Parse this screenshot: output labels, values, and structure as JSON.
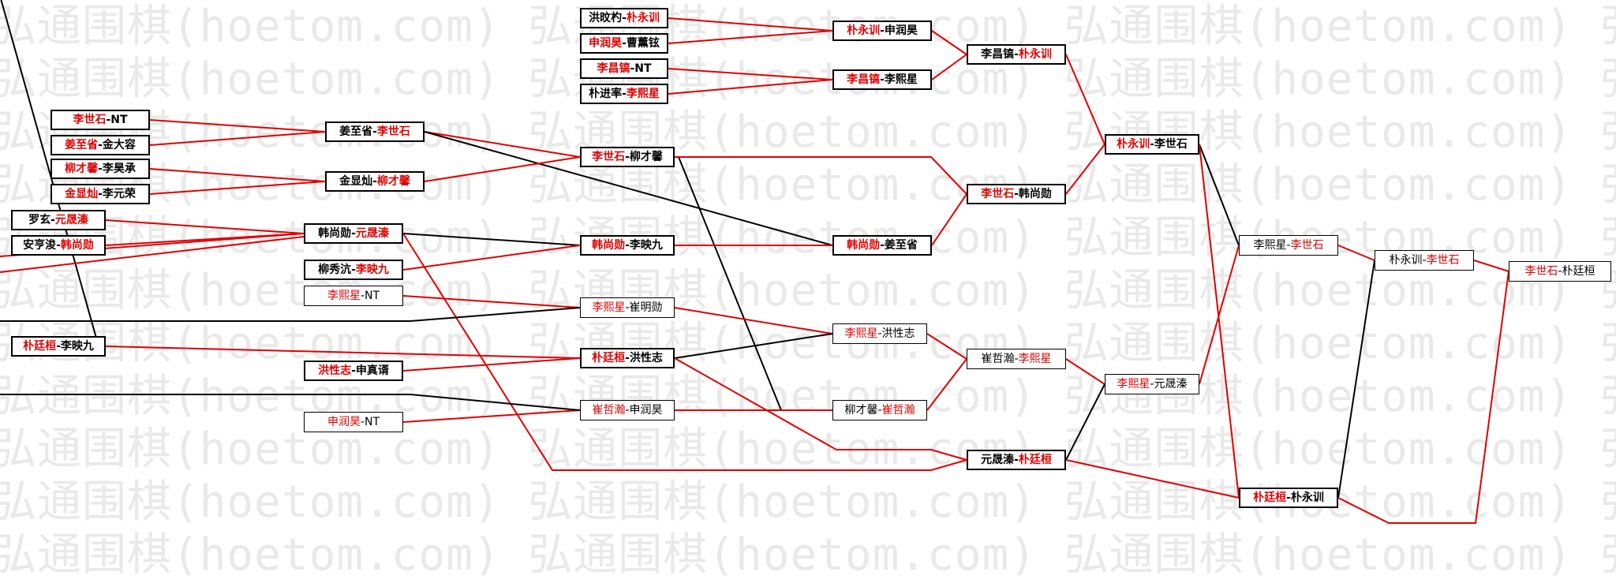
{
  "watermark": "弘通围棋(hoetom.com) 弘通围棋(hoetom.com) 弘通围棋(hoetom.com) 弘通围棋(hoetom.com) 弘通围棋(hoetom.com)",
  "colors": {
    "win_line": "#e00000",
    "loss_line": "#000000",
    "winner_text": "#e00000"
  },
  "matches": [
    {
      "id": "m1",
      "a": "洪旼杓",
      "b": "朴永训",
      "w": 1,
      "bold": true
    },
    {
      "id": "m2",
      "a": "申润昊",
      "b": "曹薰铉",
      "w": 0,
      "bold": true
    },
    {
      "id": "m3",
      "a": "李昌镐",
      "b": "NT",
      "w": 0,
      "bold": true
    },
    {
      "id": "m4",
      "a": "朴进率",
      "b": "李熙星",
      "w": 1,
      "bold": true
    },
    {
      "id": "m5",
      "a": "朴永训",
      "b": "申润昊",
      "w": 0,
      "bold": true
    },
    {
      "id": "m6",
      "a": "李昌镐",
      "b": "李熙星",
      "w": 0,
      "bold": true
    },
    {
      "id": "m7",
      "a": "李昌镐",
      "b": "朴永训",
      "w": 1,
      "bold": true
    },
    {
      "id": "m8",
      "a": "李世石",
      "b": "NT",
      "w": 0,
      "bold": true
    },
    {
      "id": "m9",
      "a": "姜至省",
      "b": "金大容",
      "w": 0,
      "bold": true
    },
    {
      "id": "m10",
      "a": "柳才馨",
      "b": "李昊承",
      "w": 0,
      "bold": true
    },
    {
      "id": "m11",
      "a": "金显灿",
      "b": "李元荣",
      "w": 0,
      "bold": true
    },
    {
      "id": "m12",
      "a": "姜至省",
      "b": "李世石",
      "w": 1,
      "bold": true
    },
    {
      "id": "m13",
      "a": "金显灿",
      "b": "柳才馨",
      "w": 1,
      "bold": true
    },
    {
      "id": "m14",
      "a": "罗玄",
      "b": "元晟溱",
      "w": 1,
      "bold": true
    },
    {
      "id": "m15",
      "a": "安亨浚",
      "b": "韩尚勋",
      "w": 1,
      "bold": true
    },
    {
      "id": "m16",
      "a": "韩尚勋",
      "b": "元晟溱",
      "w": 1,
      "bold": true
    },
    {
      "id": "m17",
      "a": "柳秀沆",
      "b": "李映九",
      "w": 1,
      "bold": true
    },
    {
      "id": "m18",
      "a": "李熙星",
      "b": "NT",
      "w": 0,
      "bold": false
    },
    {
      "id": "m19",
      "a": "朴廷桓",
      "b": "李映九",
      "w": 0,
      "bold": true
    },
    {
      "id": "m20",
      "a": "洪性志",
      "b": "申真谞",
      "w": 0,
      "bold": true
    },
    {
      "id": "m21",
      "a": "申润昊",
      "b": "NT",
      "w": 0,
      "bold": false
    },
    {
      "id": "m22",
      "a": "李世石",
      "b": "柳才馨",
      "w": 0,
      "bold": true
    },
    {
      "id": "m23",
      "a": "韩尚勋",
      "b": "李映九",
      "w": 0,
      "bold": true
    },
    {
      "id": "m24",
      "a": "李熙星",
      "b": "崔明勋",
      "w": 0,
      "bold": false
    },
    {
      "id": "m25",
      "a": "朴廷桓",
      "b": "洪性志",
      "w": 0,
      "bold": true
    },
    {
      "id": "m26",
      "a": "崔哲瀚",
      "b": "申润昊",
      "w": 0,
      "bold": false
    },
    {
      "id": "m27",
      "a": "李世石",
      "b": "韩尚勋",
      "w": 0,
      "bold": true
    },
    {
      "id": "m28",
      "a": "朴永训",
      "b": "李世石",
      "w": 0,
      "bold": true
    },
    {
      "id": "m29",
      "a": "韩尚勋",
      "b": "姜至省",
      "w": 0,
      "bold": true
    },
    {
      "id": "m30",
      "a": "李熙星",
      "b": "洪性志",
      "w": 0,
      "bold": false
    },
    {
      "id": "m31",
      "a": "柳才馨",
      "b": "崔哲瀚",
      "w": 1,
      "bold": false
    },
    {
      "id": "m32",
      "a": "崔哲瀚",
      "b": "李熙星",
      "w": 1,
      "bold": false
    },
    {
      "id": "m33",
      "a": "李熙星",
      "b": "元晟溱",
      "w": 0,
      "bold": false
    },
    {
      "id": "m34",
      "a": "元晟溱",
      "b": "朴廷桓",
      "w": 1,
      "bold": true
    },
    {
      "id": "m35",
      "a": "李熙星",
      "b": "李世石",
      "w": 1,
      "bold": false
    },
    {
      "id": "m36",
      "a": "朴廷桓",
      "b": "朴永训",
      "w": 0,
      "bold": true
    },
    {
      "id": "m37",
      "a": "朴永训",
      "b": "李世石",
      "w": 1,
      "bold": false
    },
    {
      "id": "m38",
      "a": "李世石",
      "b": "朴廷桓",
      "w": 0,
      "bold": false
    }
  ]
}
